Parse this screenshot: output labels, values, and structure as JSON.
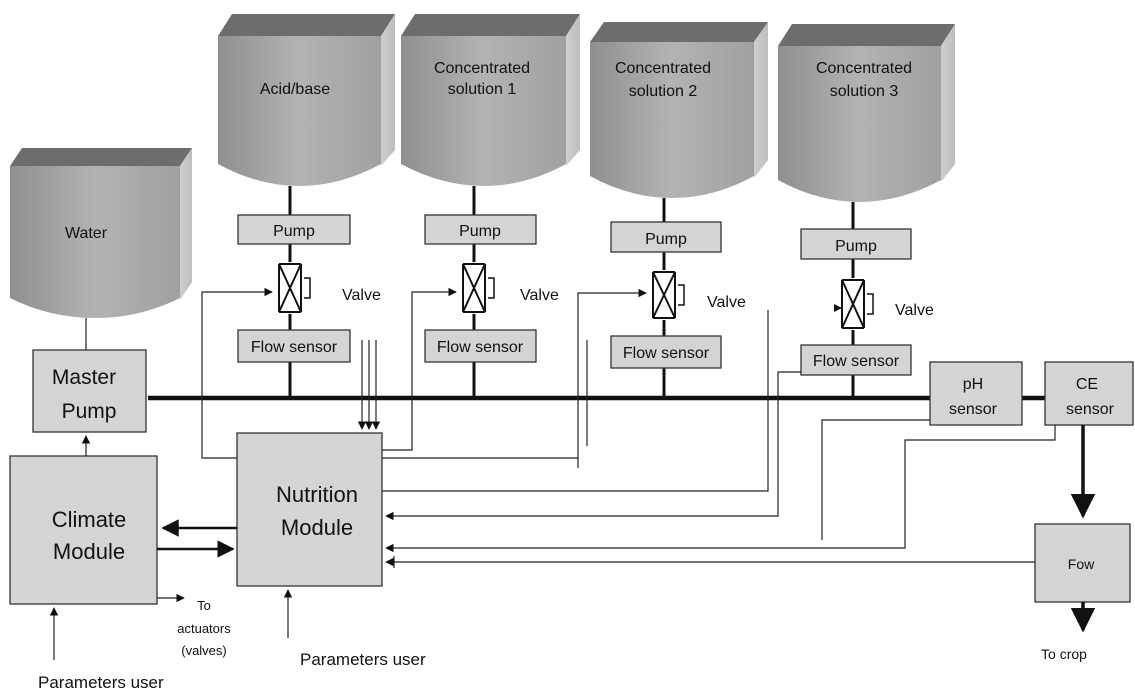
{
  "tanks": {
    "water": "Water",
    "acid": "Acid/base",
    "conc1": [
      "Concentrated",
      "solution 1"
    ],
    "conc2": [
      "Concentrated",
      "solution 2"
    ],
    "conc3": [
      "Concentrated",
      "solution 3"
    ]
  },
  "components": {
    "pump": "Pump",
    "valve": "Valve",
    "flow_sensor": "Flow sensor",
    "master_pump": [
      "Master",
      "Pump"
    ],
    "ph_sensor": [
      "pH",
      "sensor"
    ],
    "ce_sensor": [
      "CE",
      "sensor"
    ],
    "flow": "Fow"
  },
  "modules": {
    "climate": [
      "Climate",
      "Module"
    ],
    "nutrition": [
      "Nutrition",
      "Module"
    ]
  },
  "outputs": {
    "actuators": [
      "To",
      "actuators",
      "(valves)"
    ],
    "to_crop": "To crop"
  },
  "inputs": {
    "params_climate": "Parameters user",
    "params_nutrition": "Parameters user"
  },
  "colors": {
    "tank_top": "#6a6a6a",
    "tank_front": "#a9a9a9",
    "tank_side": "#c8c8c8",
    "box_fill": "#d4d4d4",
    "line": "#111111"
  }
}
